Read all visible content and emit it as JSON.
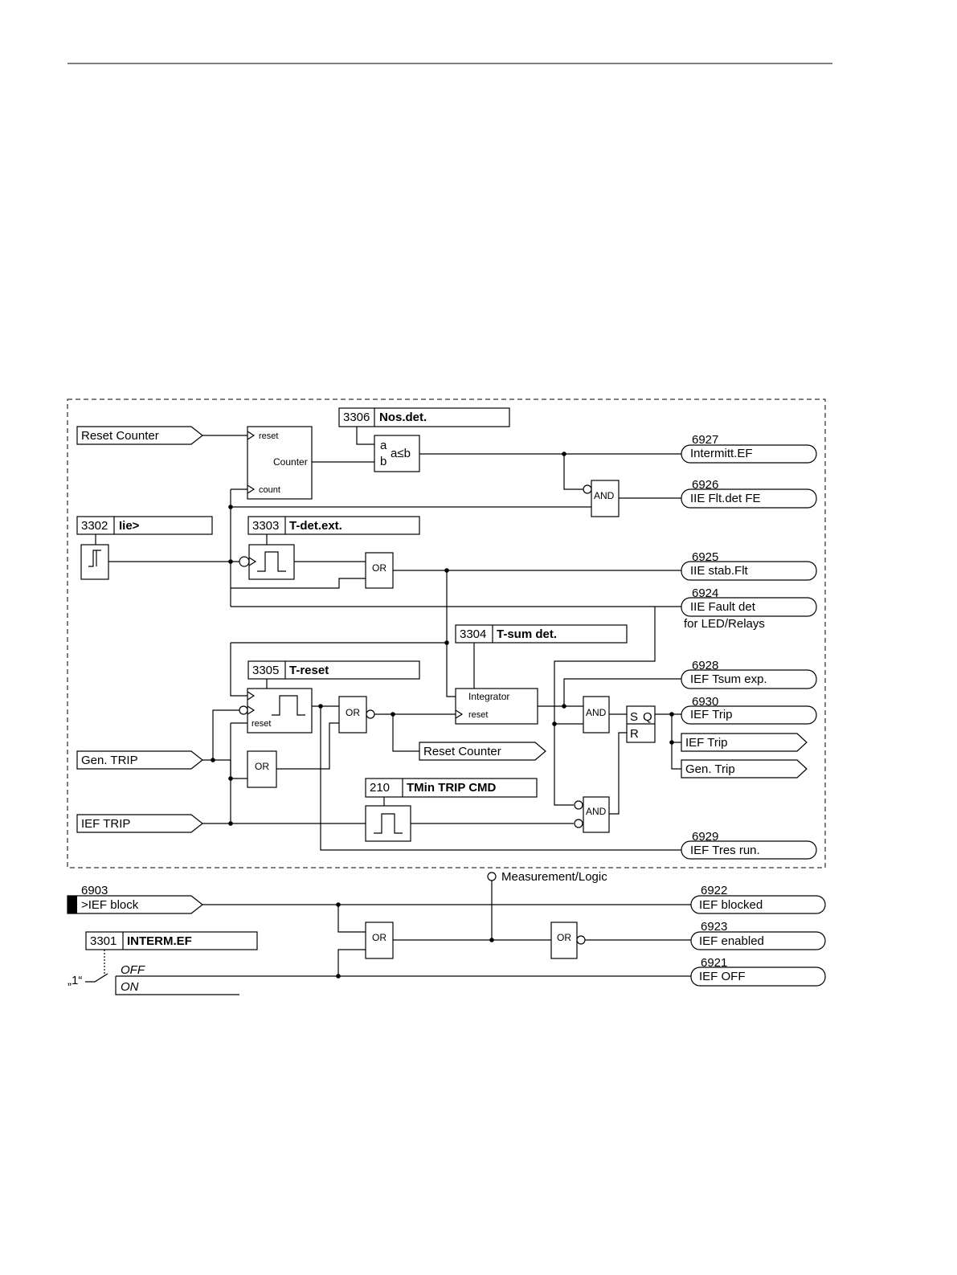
{
  "inputs": {
    "reset_counter": "Reset Counter",
    "gen_trip": "Gen. TRIP",
    "ief_trip": "IEF TRIP",
    "ief_block_no": "6903",
    "ief_block": ">IEF block"
  },
  "params": {
    "p3306_no": "3306",
    "p3306_name": "Nos.det.",
    "p3302_no": "3302",
    "p3302_name": "Iie>",
    "p3303_no": "3303",
    "p3303_name": "T-det.ext.",
    "p3304_no": "3304",
    "p3304_name": "T-sum det.",
    "p3305_no": "3305",
    "p3305_name": "T-reset",
    "p210_no": "210",
    "p210_name": "TMin TRIP CMD",
    "p3301_no": "3301",
    "p3301_name": "INTERM.EF"
  },
  "blocks": {
    "counter_reset": "reset",
    "counter_label": "Counter",
    "counter_count": "count",
    "cmp_a": "a",
    "cmp_b": "b",
    "cmp_expr": "a≤b",
    "and": "AND",
    "or": "OR",
    "timer_reset": "reset",
    "integrator_label": "Integrator",
    "integrator_reset": "reset",
    "ff_s": "S",
    "ff_q": "Q",
    "ff_r": "R",
    "one": "„1“",
    "off": "OFF",
    "on": "ON",
    "measurement_logic": "Measurement/Logic"
  },
  "outputs": {
    "o6927_no": "6927",
    "o6927": "Intermitt.EF",
    "o6926_no": "6926",
    "o6926": "IIE Flt.det FE",
    "o6925_no": "6925",
    "o6925": "IIE stab.Flt",
    "o6924_no": "6924",
    "o6924": "IIE Fault det",
    "o6924_note": "for LED/Relays",
    "o6928_no": "6928",
    "o6928": "IEF Tsum exp.",
    "o6930_no": "6930",
    "o6930": "IEF Trip",
    "int_ief_trip": "IEF Trip",
    "int_gen_trip": "Gen. Trip",
    "int_reset_counter": "Reset Counter",
    "o6929_no": "6929",
    "o6929": "IEF Tres run.",
    "o6922_no": "6922",
    "o6922": "IEF blocked",
    "o6923_no": "6923",
    "o6923": "IEF enabled",
    "o6921_no": "6921",
    "o6921": "IEF OFF"
  }
}
